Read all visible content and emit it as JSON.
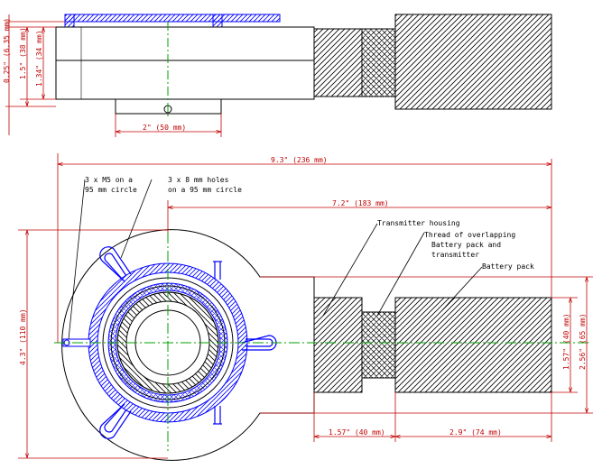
{
  "annotations": {
    "m5_line1": "3 x M5 on a",
    "m5_line2": "95 mm circle",
    "holes_line1": "3 x 8 mm holes",
    "holes_line2": "on a 95 mm circle",
    "transmitter_housing": "Transmitter housing",
    "thread_line1": "Thread of overlapping",
    "thread_line2": "Battery pack and",
    "thread_line3": "transmitter",
    "battery_pack": "Battery pack"
  },
  "dimensions": {
    "overall_length": "9.3\" (236 mm)",
    "to_battery_end": "7.2\" (183 mm)",
    "base_width": "2\" (50 mm)",
    "top_thickness": "0.25\" (6.35 mm)",
    "height_outer": "1.5\" (38 mm)",
    "height_inner": "1.34\" (34 mm)",
    "overall_height": "4.3\" (110 mm)",
    "housing_length": "1.57\" (40 mm)",
    "battery_length": "2.9\" (74 mm)",
    "housing_height": "1.57\" (40 mm)",
    "battery_height": "2.56\" (65 mm)"
  },
  "colors": {
    "outline": "#000000",
    "blue": "#0000ff",
    "centerline": "#00a000",
    "dimension": "#c00000"
  }
}
